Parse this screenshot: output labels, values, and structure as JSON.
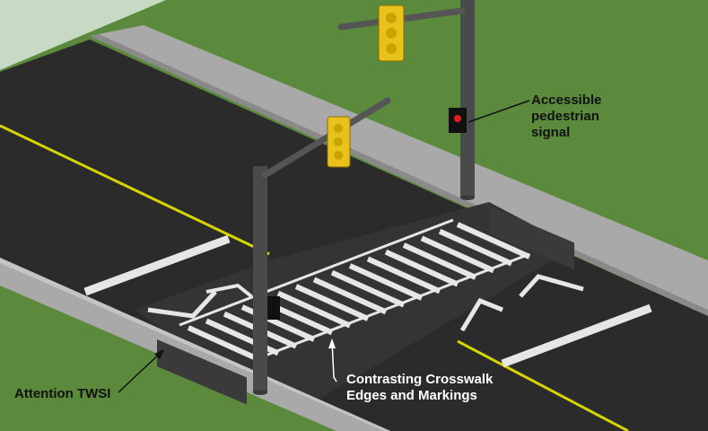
{
  "labels": {
    "ped_signal": [
      "Accessible",
      "pedestrian",
      "signal"
    ],
    "crosswalk": [
      "Contrasting Crosswalk",
      "Edges and Markings"
    ],
    "twsi": "Attention TWSI"
  },
  "colors": {
    "grass": "#5b8a3c",
    "asphalt": "#2b2b2b",
    "sidewalk": "#a9a9a9",
    "marking": "#e6e6e6",
    "center_line": "#d8d400",
    "signal": "#e8c21a",
    "pole": "#4a4a4a"
  },
  "crosswalk_stripe_count": 16
}
